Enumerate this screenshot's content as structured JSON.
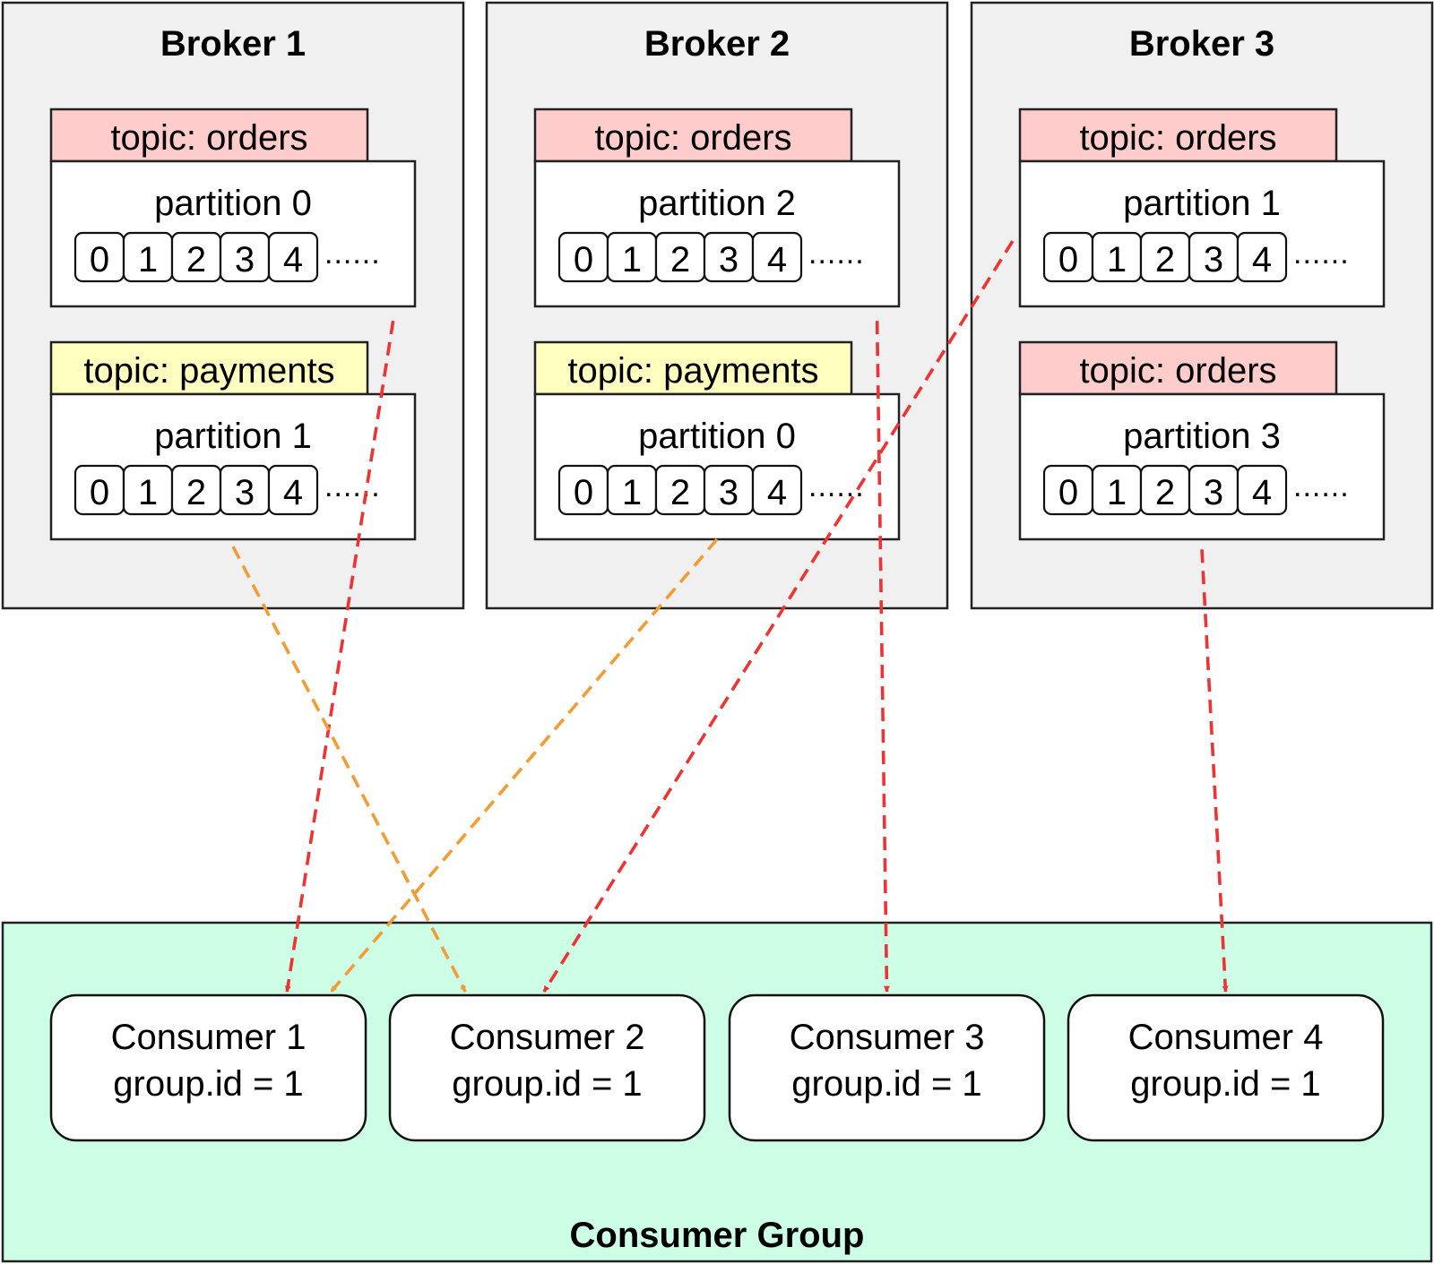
{
  "colors": {
    "broker_fill": "#f0f0f0",
    "orders_tab": "#ffcccc",
    "payments_tab": "#ffffc0",
    "group_fill": "#ccffe6",
    "orders_arrow": "#ee3333",
    "payments_arrow": "#f39c35"
  },
  "brokers": [
    {
      "title": "Broker 1",
      "slots": [
        {
          "topic": "topic: orders",
          "topic_kind": "orders",
          "partition": "partition 0",
          "cells": [
            "0",
            "1",
            "2",
            "3",
            "4"
          ],
          "ellipsis": "......"
        },
        {
          "topic": "topic: payments",
          "topic_kind": "payments",
          "partition": "partition 1",
          "cells": [
            "0",
            "1",
            "2",
            "3",
            "4"
          ],
          "ellipsis": "......"
        }
      ]
    },
    {
      "title": "Broker 2",
      "slots": [
        {
          "topic": "topic: orders",
          "topic_kind": "orders",
          "partition": "partition 2",
          "cells": [
            "0",
            "1",
            "2",
            "3",
            "4"
          ],
          "ellipsis": "......"
        },
        {
          "topic": "topic: payments",
          "topic_kind": "payments",
          "partition": "partition 0",
          "cells": [
            "0",
            "1",
            "2",
            "3",
            "4"
          ],
          "ellipsis": "......"
        }
      ]
    },
    {
      "title": "Broker 3",
      "slots": [
        {
          "topic": "topic: orders",
          "topic_kind": "orders",
          "partition": "partition 1",
          "cells": [
            "0",
            "1",
            "2",
            "3",
            "4"
          ],
          "ellipsis": "......"
        },
        {
          "topic": "topic: orders",
          "topic_kind": "orders",
          "partition": "partition 3",
          "cells": [
            "0",
            "1",
            "2",
            "3",
            "4"
          ],
          "ellipsis": "......"
        }
      ]
    }
  ],
  "consumer_group": {
    "title": "Consumer Group",
    "consumers": [
      {
        "name": "Consumer 1",
        "group": "group.id = 1"
      },
      {
        "name": "Consumer 2",
        "group": "group.id = 1"
      },
      {
        "name": "Consumer 3",
        "group": "group.id = 1"
      },
      {
        "name": "Consumer 4",
        "group": "group.id = 1"
      }
    ]
  },
  "assignments": [
    {
      "broker": 0,
      "slot": 0,
      "consumer": 0,
      "topic_kind": "orders"
    },
    {
      "broker": 0,
      "slot": 1,
      "consumer": 1,
      "topic_kind": "payments"
    },
    {
      "broker": 1,
      "slot": 0,
      "consumer": 2,
      "topic_kind": "orders"
    },
    {
      "broker": 1,
      "slot": 1,
      "consumer": 0,
      "topic_kind": "payments"
    },
    {
      "broker": 2,
      "slot": 0,
      "consumer": 1,
      "topic_kind": "orders"
    },
    {
      "broker": 2,
      "slot": 1,
      "consumer": 3,
      "topic_kind": "orders"
    }
  ]
}
